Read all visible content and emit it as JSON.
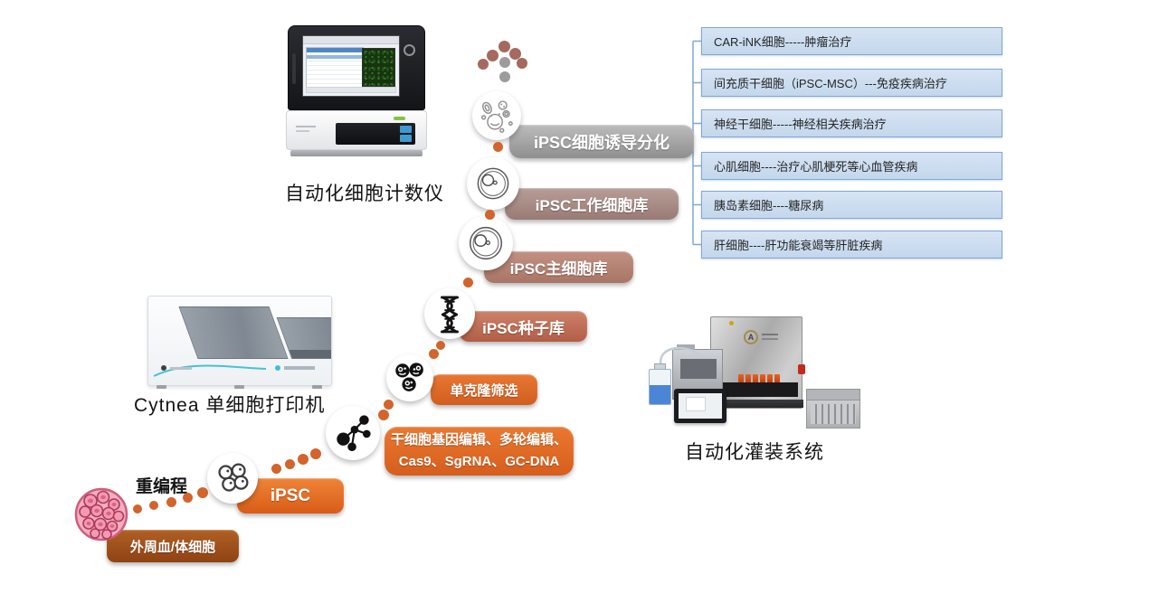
{
  "flow": {
    "reprogramming_label": "重编程",
    "steps": [
      {
        "id": "somatic",
        "label": "外周血/体细胞"
      },
      {
        "id": "ipsc",
        "label": "iPSC"
      },
      {
        "id": "gene-editing",
        "label_line1": "干细胞基因编辑、多轮编辑、",
        "label_line2": "Cas9、SgRNA、GC-DNA"
      },
      {
        "id": "monoclonal",
        "label": "单克隆筛选"
      },
      {
        "id": "seed-bank",
        "label": "iPSC种子库"
      },
      {
        "id": "master-bank",
        "label": "iPSC主细胞库"
      },
      {
        "id": "working-bank",
        "label": "iPSC工作细胞库"
      },
      {
        "id": "differentiation",
        "label": "iPSC细胞诱导分化"
      }
    ]
  },
  "outcomes": [
    {
      "label": "CAR-iNK细胞-----肿瘤治疗"
    },
    {
      "label": "间充质干细胞（iPSC-MSC）---免疫疾病治疗"
    },
    {
      "label": "神经干细胞-----神经相关疾病治疗"
    },
    {
      "label": "心肌细胞----治疗心肌梗死等心血管疾病"
    },
    {
      "label": "胰岛素细胞----糖尿病"
    },
    {
      "label": "肝细胞----肝功能衰竭等肝脏疾病"
    }
  ],
  "equipment": {
    "cell_counter_label": "自动化细胞计数仪",
    "printer_label": "Cytnea 单细胞打印机",
    "filling_label": "自动化灌装系统"
  },
  "icons": {
    "pink-cell-cluster-icon": "cluster of pink somatic cells (drawn blob)",
    "cell-colony-icon": "four outlined round cells",
    "molecule-network-icon": "black dots joined by lines (gene editing)",
    "monoclonal-cells-icon": "three black cells",
    "dna-helix-icon": "black DNA double helix",
    "petri-dish-icon": "petri dish with colony (two used)",
    "differentiated-cells-icon": "sketch of assorted differentiated cells",
    "dot-arrow-up": "dotted upward arrowhead"
  },
  "colors": {
    "accent_orange": "#e06a28",
    "accent_brown": "#a0551e",
    "accent_terracotta": "#b96a52",
    "accent_mauve": "#a8867f",
    "accent_gray": "#a5a5a5",
    "outcome_fill": "#cddcef",
    "outcome_border": "#7fa7d6",
    "dot_orange": "#d2642c",
    "dot_red": "#a5695d",
    "dot_gray": "#9c9c9c",
    "accent_teal": "#45c2d6"
  }
}
